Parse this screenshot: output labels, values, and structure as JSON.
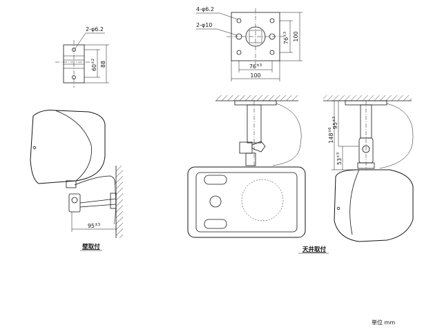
{
  "bracket_plate_small": {
    "hole_label": "2-φ6.2",
    "dim_inner": "60",
    "dim_inner_tol": "±2",
    "dim_outer": "88"
  },
  "ceiling_plate": {
    "hole4_label": "4-φ6.2",
    "hole2_label": "2-φ10",
    "dim_right_inner": "76",
    "dim_right_inner_tol": "±3",
    "dim_right_outer": "100",
    "dim_bottom_inner": "76",
    "dim_bottom_inner_tol": "±3",
    "dim_bottom_outer": "100"
  },
  "wall_mount": {
    "dim": "95",
    "dim_tol": "±3",
    "caption": "壁取付"
  },
  "ceiling_side": {
    "dim_total": "148",
    "dim_total_tol": "±6",
    "dim_top": "95",
    "dim_top_tol": "±3",
    "dim_bottom": "53",
    "dim_bottom_tol": "±3",
    "caption": "天井取付"
  },
  "units": {
    "label": "単位 mm"
  }
}
